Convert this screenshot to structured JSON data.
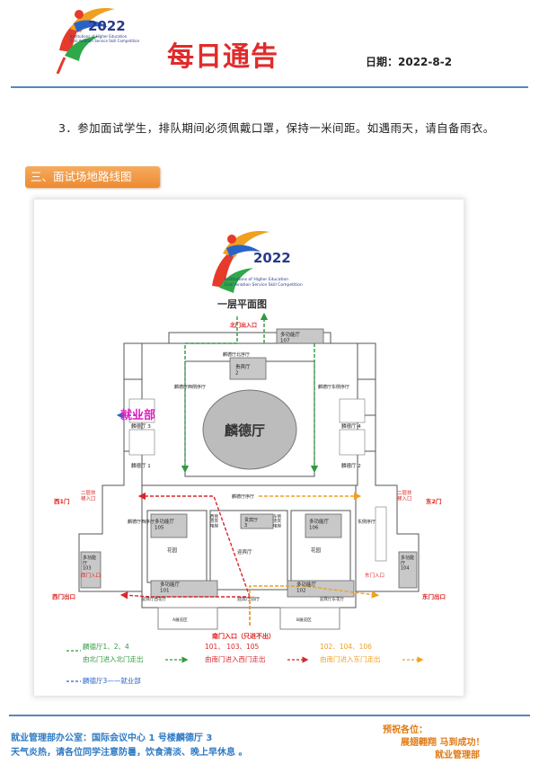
{
  "header": {
    "logo_year": "2022",
    "logo_caption": [
      "Institutions of Higher Education",
      "Civil Aviation Service Skill Competition"
    ],
    "title": "每日通告",
    "date": "日期：2022-8-2"
  },
  "notice": {
    "text": "3．参加面试学生，排队期间必须佩戴口罩，保持一米间距。如遇雨天，请自备雨衣。"
  },
  "section": {
    "label": "三、面试场地路线图"
  },
  "map": {
    "logo_year": "2022",
    "logo_caption": [
      "Institutions of Higher Education",
      "Civil Aviation Service Skill Competition"
    ],
    "floor_title": "一层平面图",
    "north_entry": "北门出入口",
    "hall_107": "多功能厅\n107",
    "vip2": "贵宾厅\n2",
    "north_corridor": "麟德厅北序厅",
    "main_hall": "麟德厅",
    "employment_tag": "就业部",
    "lin3": "麟德厅 3",
    "lin1": "麟德厅 1",
    "lin4": "麟德厅 4",
    "lin2": "麟德厅 2",
    "west_corridor": "麟德厅西侧序厅",
    "east_corridor": "麟德厅东侧序厅",
    "south_corridor": "麟德厅序厅",
    "west_gate1": "西1门",
    "east_gate2": "东2门",
    "west_escalator": "二层扶\n梯入口",
    "east_escalator": "二层扶\n梯入口",
    "west_hall_corridor": "麟德厅西序厅",
    "east_hall_corridor": "东侧序厅",
    "hall_105": "多功能厅\n105",
    "hall_106": "多功能厅\n106",
    "hall_101": "多功能厅\n101",
    "hall_102": "多功能厅\n102",
    "hall_103": "多功能\n厅\n103",
    "hall_104": "多功能\n厅\n104",
    "west_lift": "西侧\n贵宾\n电梯",
    "east_lift": "东侧\n贵宾\n电梯",
    "vip3": "贵宾厅\n3",
    "garden_w": "花园",
    "garden_e": "花园",
    "reception": "迎宾厅",
    "reception_front": "迎宾厅前厅",
    "reception_west": "迎宾厅西花厅",
    "reception_east": "迎宾厅东花厅",
    "west_exit": "西门出口",
    "east_exit": "东门出口",
    "west_gate": "西门入口",
    "east_gate": "东门入口",
    "south_gate": "南门入口（只进不出）",
    "lobby_a": "A展览区",
    "lobby_b": "B展览区",
    "legend": {
      "green_title": "麟德厅1、2、4",
      "green_route": "由北门进入北门走出",
      "red_title": "101、 103、105",
      "red_route": "由南门进入西门走出",
      "orange_title": "102、104、106",
      "orange_route": "由南门进入东门走出",
      "blue_route": "麟德厅3——就业部"
    }
  },
  "footer": {
    "office": "就业管理部办公室：国际会议中心 1 号楼麟德厅 3",
    "tip": "天气炎热，请各位同学注意防暑，饮食清淡、晚上早休息 。",
    "greeting": "预祝各位：",
    "wish": "展翅翱翔  马到成功！",
    "signature": "就业管理部"
  },
  "colors": {
    "title_red": "#e12b2b",
    "rule_blue": "#5a87b8",
    "section_orange": "#ef8f35",
    "route_green": "#2f9a3f",
    "route_red": "#d8262b",
    "route_orange": "#f0a020",
    "route_blue": "#2a63c6",
    "employment_magenta": "#e020c0",
    "footer_blue": "#2f7bc4",
    "footer_orange": "#e07a12"
  }
}
